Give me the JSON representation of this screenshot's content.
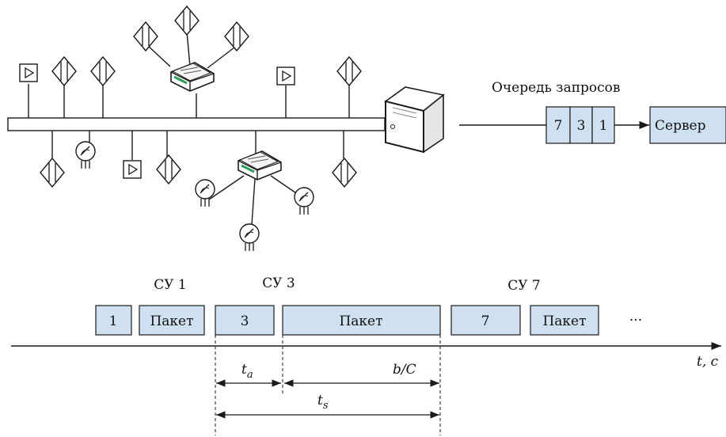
{
  "queue": {
    "title": "Очередь запросов",
    "items": [
      "7",
      "3",
      "1"
    ],
    "server": "Сервер"
  },
  "timeline": {
    "groups": [
      "СУ 1",
      "СУ 3",
      "СУ 7"
    ],
    "boxes": [
      "1",
      "Пакет",
      "3",
      "Пакет",
      "7",
      "Пакет"
    ],
    "ellipsis": "···",
    "axis": "t, с",
    "ta": "t",
    "ta_sub": "a",
    "bc": "b/C",
    "ts": "t",
    "ts_sub": "s"
  },
  "colors": {
    "box_fill": "#cfe0f1",
    "line": "#1a1a1a",
    "router_green": "#2e9e5a"
  },
  "icons": [
    "repeater-icon",
    "workstation-icon",
    "controller-icon",
    "router-icon",
    "server-icon"
  ]
}
